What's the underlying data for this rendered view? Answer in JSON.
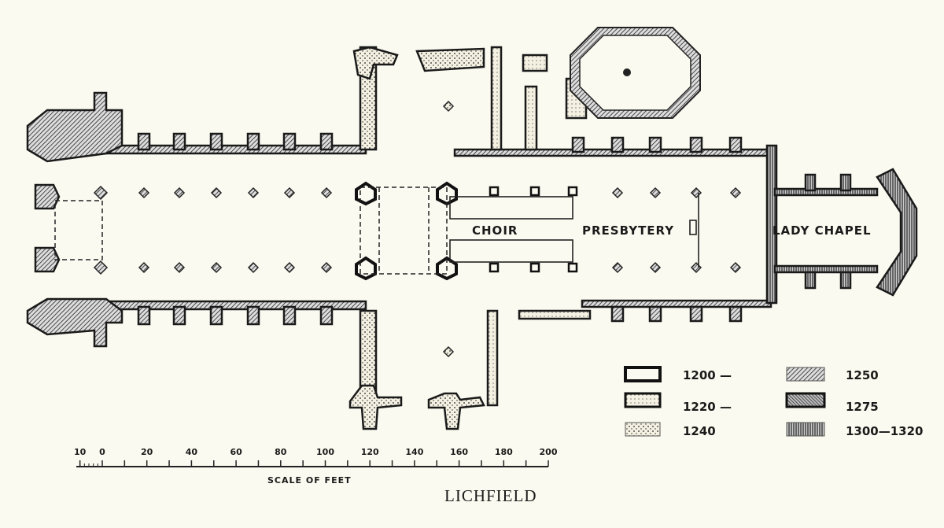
{
  "title": "LICHFIELD",
  "labels": {
    "choir": "CHOIR",
    "presbytery": "PRESBYTERY",
    "lady_chapel": "LADY CHAPEL"
  },
  "legend": [
    {
      "label": "1200 —",
      "pattern": "outline"
    },
    {
      "label": "1220 —",
      "pattern": "fine-dots"
    },
    {
      "label": "1240",
      "pattern": "dots"
    },
    {
      "label": "1250",
      "pattern": "hatch-right"
    },
    {
      "label": "1275",
      "pattern": "hatch-left-dark"
    },
    {
      "label": "1300—1320",
      "pattern": "vertical-hatch"
    }
  ],
  "scale": {
    "caption": "SCALE OF FEET",
    "ticks": [
      "10",
      "0",
      "20",
      "40",
      "60",
      "80",
      "100",
      "120",
      "140",
      "160",
      "180",
      "200"
    ]
  },
  "colors": {
    "paper": "#fbfaf0",
    "ink": "#1a1a1a"
  }
}
